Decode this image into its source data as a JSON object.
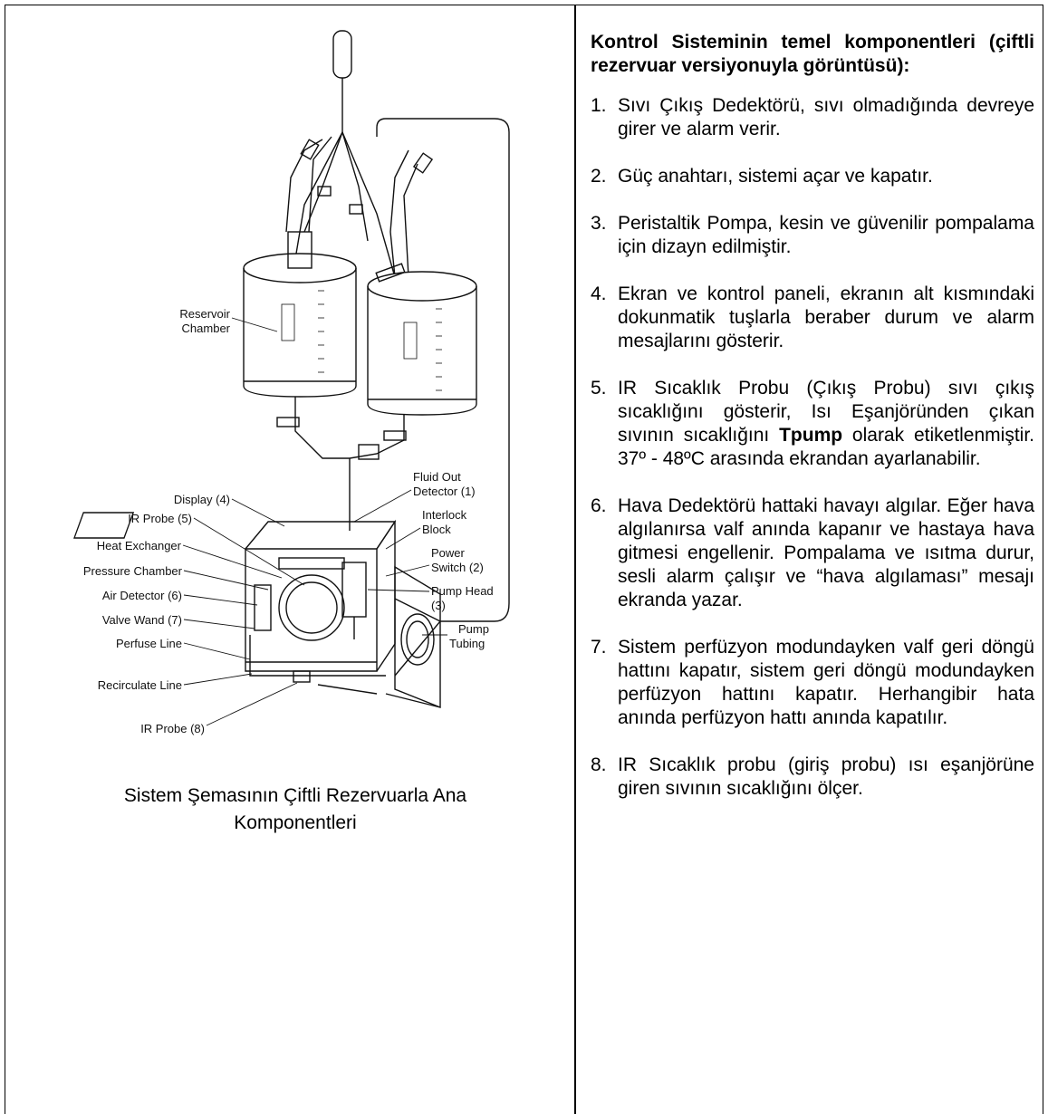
{
  "caption": {
    "line1": "Sistem Şemasının Çiftli Rezervuarla Ana",
    "line2": "Komponentleri"
  },
  "diagram_labels": {
    "reservoir1": "Reservoir",
    "reservoir2": "Chamber",
    "display": "Display (4)",
    "ir_probe5": "IR Probe (5)",
    "heat_exchanger": "Heat Exchanger",
    "pressure_chamber": "Pressure Chamber",
    "air_detector": "Air Detector (6)",
    "valve_wand": "Valve Wand (7)",
    "perfuse_line": "Perfuse Line",
    "recirculate_line": "Recirculate Line",
    "ir_probe8": "IR Probe (8)",
    "fluid_out1": "Fluid Out",
    "fluid_out2": "Detector (1)",
    "interlock1": "Interlock",
    "interlock2": "Block",
    "power1": "Power",
    "power2": "Switch (2)",
    "pump_head1": "Pump Head",
    "pump_head2": "(3)",
    "pump_tubing1": "Pump",
    "pump_tubing2": "Tubing"
  },
  "right": {
    "heading": "Kontrol Sisteminin temel komponentleri (çiftli rezervuar versiyonuyla görüntüsü):",
    "items": [
      {
        "num": "1.",
        "text": "Sıvı Çıkış Dedektörü, sıvı olmadığında devreye girer ve alarm verir."
      },
      {
        "num": "2.",
        "text": "Güç anahtarı, sistemi açar ve kapatır."
      },
      {
        "num": "3.",
        "text": "Peristaltik Pompa, kesin ve güvenilir pompalama için dizayn edilmiştir."
      },
      {
        "num": "4.",
        "text": "Ekran ve kontrol paneli, ekranın alt kısmındaki dokunmatik tuşlarla beraber durum ve alarm mesajlarını gösterir."
      },
      {
        "num": "5.",
        "text_before": "IR Sıcaklık Probu (Çıkış Probu) sıvı çıkış sıcaklığını gösterir, Isı Eşanjöründen çıkan sıvının sıcaklığını ",
        "bold": "Tpump",
        "text_after": " olarak etiketlenmiştir. 37º - 48ºC arasında ekrandan ayarlanabilir."
      },
      {
        "num": "6.",
        "text": "Hava Dedektörü hattaki havayı algılar. Eğer hava algılanırsa valf anında kapanır ve hastaya hava gitmesi engellenir. Pompalama ve ısıtma durur, sesli alarm çalışır ve “hava algılaması” mesajı ekranda yazar."
      },
      {
        "num": "7.",
        "text": "Sistem perfüzyon modundayken valf geri döngü hattını kapatır, sistem geri döngü modundayken perfüzyon hattını kapatır. Herhangibir hata anında perfüzyon hattı anında kapatılır."
      },
      {
        "num": "8.",
        "text": "IR Sıcaklık probu (giriş probu) ısı eşanjörüne giren sıvının sıcaklığını ölçer."
      }
    ]
  }
}
